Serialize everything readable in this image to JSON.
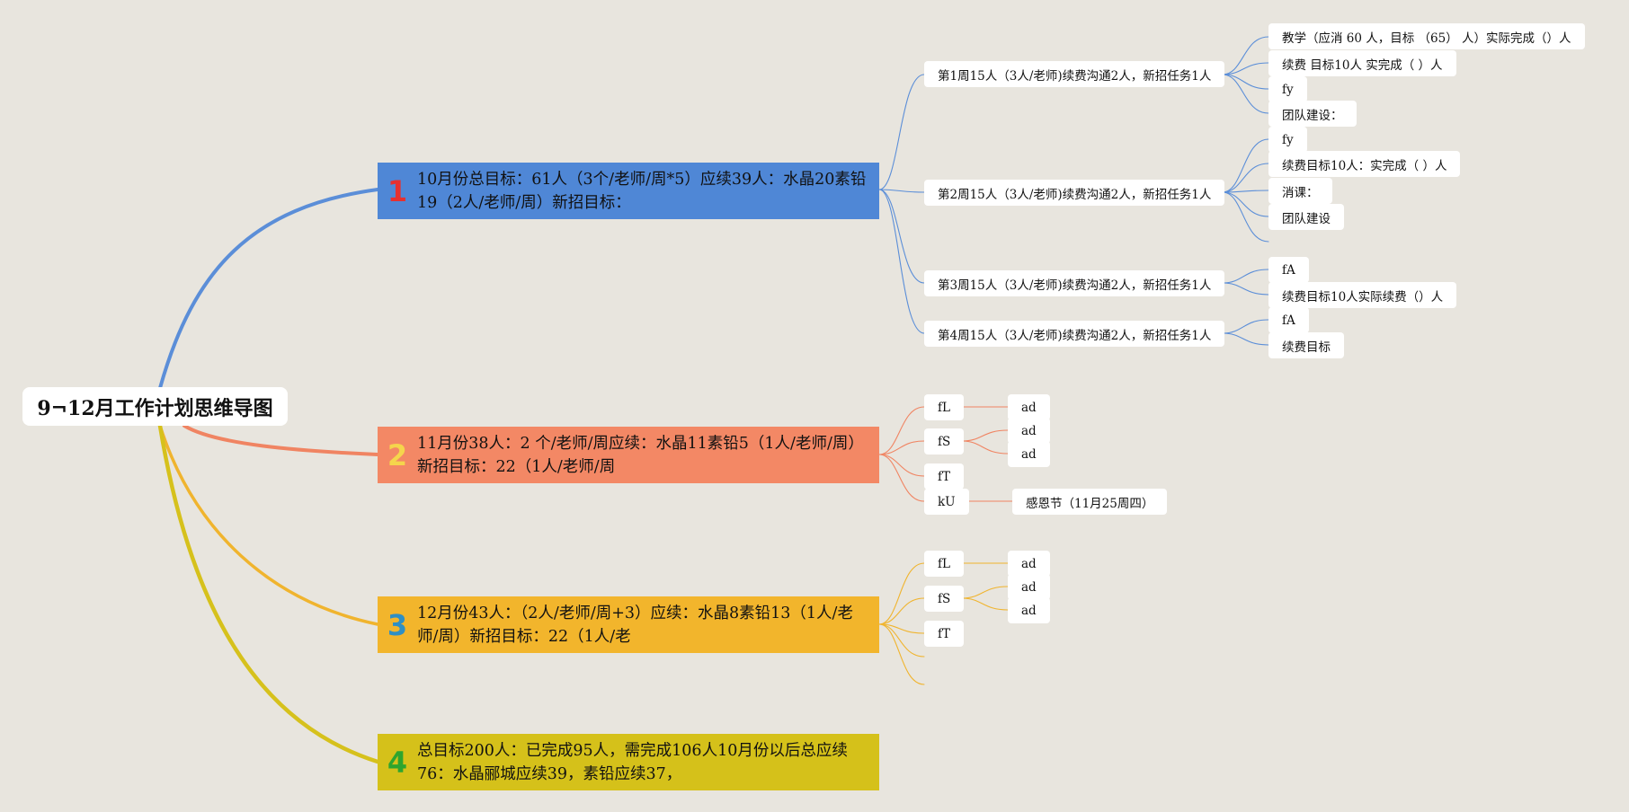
{
  "root": {
    "title": "9¬12月工作计划思维导图"
  },
  "branches": [
    {
      "number": "1",
      "text": "10月份总目标：61人（3个/老师/周*5）应续39人：水晶20素铅19（2人/老师/周）新招目标：",
      "color": "#4f87d6",
      "number_color": "#e53030",
      "line_color": "#5b8ed8",
      "children": [
        {
          "label": "第1周15人（3人/老师)续费沟通2人，新招任务1人",
          "children": [
            "教学（应消 60 人，目标 （65） 人）实际完成（）人",
            "续费 目标10人 实完成（ ）人",
            "fy",
            "团队建设："
          ]
        },
        {
          "label": "第2周15人（3人/老师)续费沟通2人，新招任务1人",
          "children": [
            "fy",
            "续费目标10人：实完成（ ）人",
            "消课：",
            "团队建设"
          ]
        },
        {
          "label": "第3周15人（3人/老师)续费沟通2人，新招任务1人",
          "children": [
            "fA",
            "续费目标10人实际续费（）人"
          ]
        },
        {
          "label": "第4周15人（3人/老师)续费沟通2人，新招任务1人",
          "children": [
            "fA",
            "续费目标"
          ]
        }
      ]
    },
    {
      "number": "2",
      "text": "11月份38人：2 个/老师/周应续：水晶11素铅5（1人/老师/周）新招目标：22（1人/老师/周",
      "color": "#f38865",
      "number_color": "#f5d54c",
      "line_color": "#f08462",
      "children": [
        {
          "label": "fL",
          "children": [
            "ad"
          ]
        },
        {
          "label": "fS",
          "children": [
            "ad",
            "ad"
          ]
        },
        {
          "label": "fT",
          "children": []
        },
        {
          "label": "kU",
          "children": [
            "感恩节（11月25周四）"
          ]
        }
      ]
    },
    {
      "number": "3",
      "text": "12月份43人：（2人/老师/周+3）应续：水晶8素铅13（1人/老师/周）新招目标：22（1人/老",
      "color": "#f2b52c",
      "number_color": "#2f8fc4",
      "line_color": "#f0b42e",
      "children": [
        {
          "label": "fL",
          "children": [
            "ad"
          ]
        },
        {
          "label": "fS",
          "children": [
            "ad",
            "ad"
          ]
        },
        {
          "label": "fT",
          "children": []
        }
      ]
    },
    {
      "number": "4",
      "text": "总目标200人：已完成95人，需完成106人10月份以后总应续76：水晶郦城应续39，素铅应续37，",
      "color": "#d5c11a",
      "number_color": "#2ea52e",
      "line_color": "#d6c11c"
    }
  ]
}
